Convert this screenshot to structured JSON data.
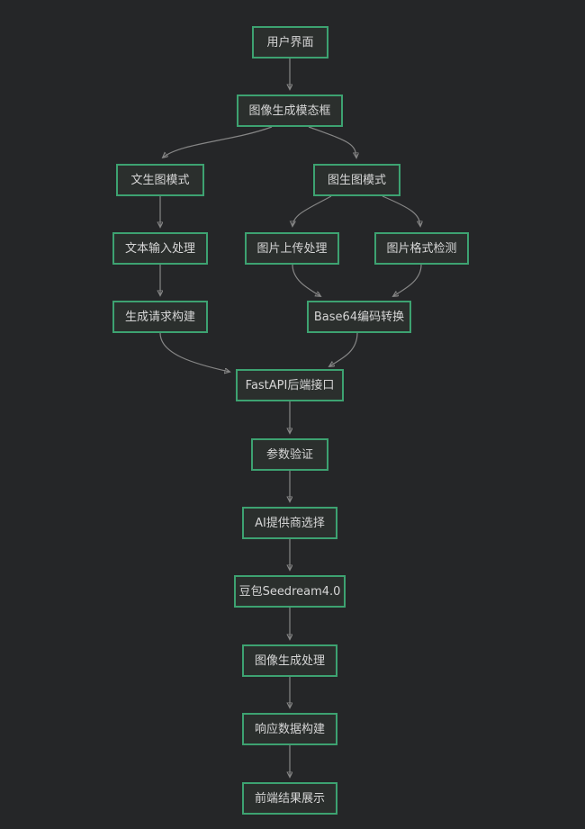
{
  "diagram": {
    "type": "flowchart",
    "direction": "top-down",
    "nodes": [
      {
        "id": "user-interface",
        "label": "用户界面"
      },
      {
        "id": "image-generation-modal",
        "label": "图像生成模态框"
      },
      {
        "id": "text-to-image-mode",
        "label": "文生图模式"
      },
      {
        "id": "image-to-image-mode",
        "label": "图生图模式"
      },
      {
        "id": "text-input-processing",
        "label": "文本输入处理"
      },
      {
        "id": "image-upload-processing",
        "label": "图片上传处理"
      },
      {
        "id": "image-format-detection",
        "label": "图片格式检测"
      },
      {
        "id": "generation-request-build",
        "label": "生成请求构建"
      },
      {
        "id": "base64-encode-convert",
        "label": "Base64编码转换"
      },
      {
        "id": "fastapi-backend-api",
        "label": "FastAPI后端接口"
      },
      {
        "id": "parameter-validation",
        "label": "参数验证"
      },
      {
        "id": "ai-provider-selection",
        "label": "AI提供商选择"
      },
      {
        "id": "doubao-seedream-4",
        "label": "豆包Seedream4.0"
      },
      {
        "id": "image-generation-processing",
        "label": "图像生成处理"
      },
      {
        "id": "response-data-build",
        "label": "响应数据构建"
      },
      {
        "id": "frontend-result-display",
        "label": "前端结果展示"
      }
    ],
    "edges": [
      {
        "from": "user-interface",
        "to": "image-generation-modal"
      },
      {
        "from": "image-generation-modal",
        "to": "text-to-image-mode"
      },
      {
        "from": "image-generation-modal",
        "to": "image-to-image-mode"
      },
      {
        "from": "text-to-image-mode",
        "to": "text-input-processing"
      },
      {
        "from": "image-to-image-mode",
        "to": "image-upload-processing"
      },
      {
        "from": "image-to-image-mode",
        "to": "image-format-detection"
      },
      {
        "from": "text-input-processing",
        "to": "generation-request-build"
      },
      {
        "from": "image-upload-processing",
        "to": "base64-encode-convert"
      },
      {
        "from": "image-format-detection",
        "to": "base64-encode-convert"
      },
      {
        "from": "generation-request-build",
        "to": "fastapi-backend-api"
      },
      {
        "from": "base64-encode-convert",
        "to": "fastapi-backend-api"
      },
      {
        "from": "fastapi-backend-api",
        "to": "parameter-validation"
      },
      {
        "from": "parameter-validation",
        "to": "ai-provider-selection"
      },
      {
        "from": "ai-provider-selection",
        "to": "doubao-seedream-4"
      },
      {
        "from": "doubao-seedream-4",
        "to": "image-generation-processing"
      },
      {
        "from": "image-generation-processing",
        "to": "response-data-build"
      },
      {
        "from": "response-data-build",
        "to": "frontend-result-display"
      }
    ],
    "colors": {
      "background": "#252628",
      "node_fill": "#2b2f2d",
      "node_border": "#3da271",
      "node_text": "#d6d6d6",
      "edge": "#868686"
    }
  }
}
